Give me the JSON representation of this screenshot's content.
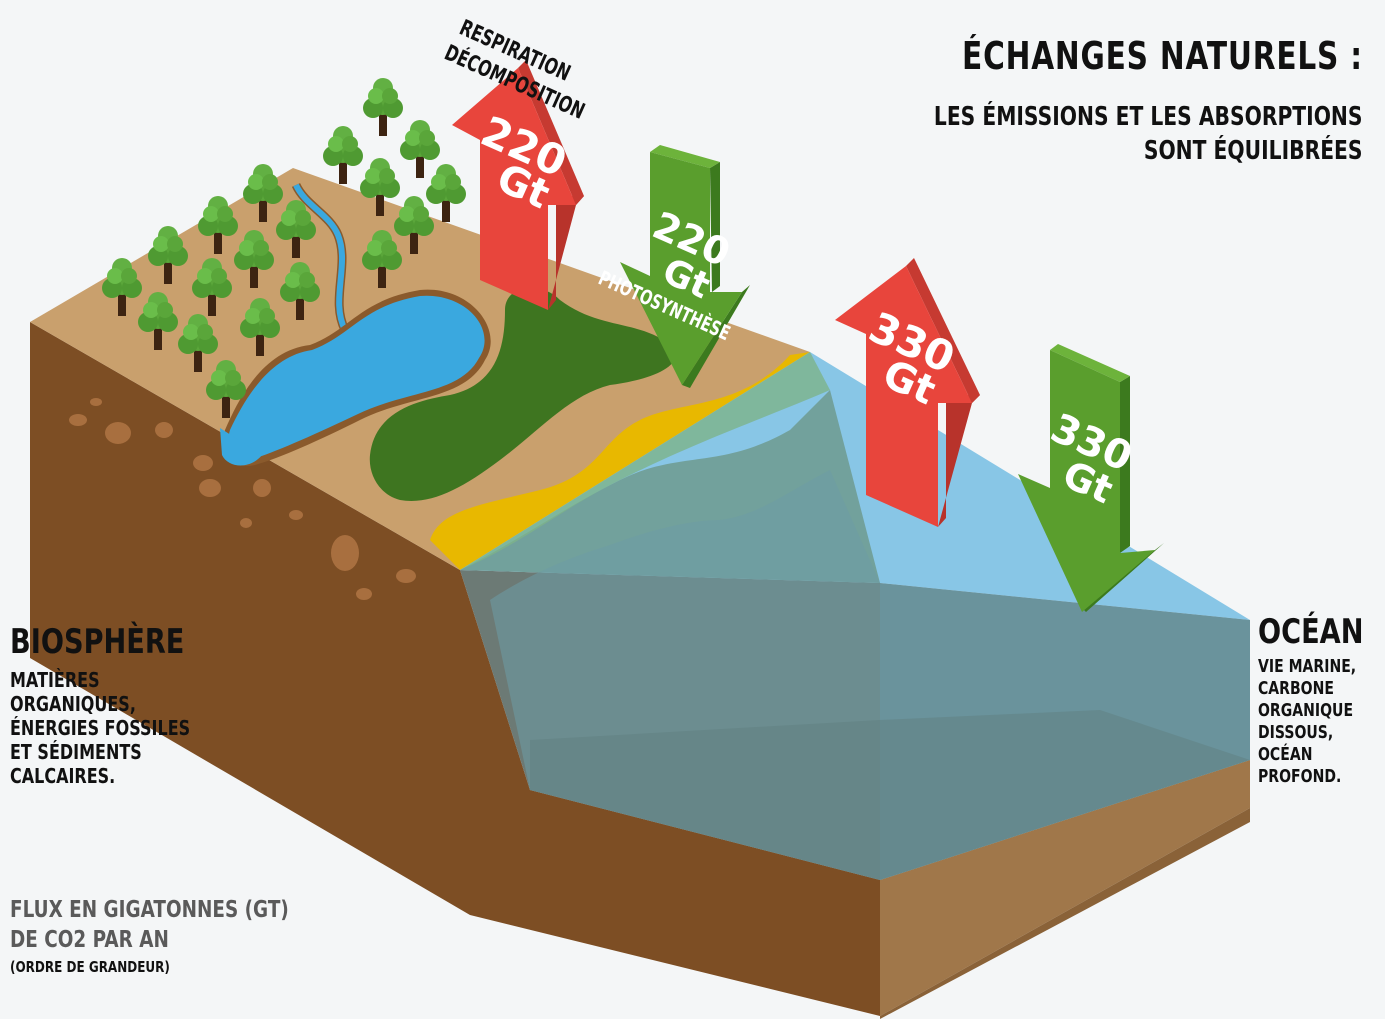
{
  "title": {
    "main": "ÉCHANGES NATURELS :",
    "sub_line1": "LES ÉMISSIONS ET LES ABSORPTIONS",
    "sub_line2": "SONT ÉQUILIBRÉES"
  },
  "arrows": {
    "land_emission": {
      "value": "220",
      "unit": "Gt",
      "label_line1": "RESPIRATION",
      "label_line2": "DÉCOMPOSITION",
      "color": "#e8453c"
    },
    "land_absorption": {
      "value": "220",
      "unit": "Gt",
      "label": "PHOTOSYNTHÈSE",
      "color": "#5a9e2d"
    },
    "ocean_emission": {
      "value": "330",
      "unit": "Gt",
      "color": "#e8453c"
    },
    "ocean_absorption": {
      "value": "330",
      "unit": "Gt",
      "color": "#5a9e2d"
    }
  },
  "biosphere": {
    "title": "BIOSPHÈRE",
    "lines": [
      "MATIÈRES",
      "ORGANIQUES,",
      "ÉNERGIES FOSSILES",
      "ET SÉDIMENTS",
      "CALCAIRES."
    ]
  },
  "ocean": {
    "title": "OCÉAN",
    "lines": [
      "VIE MARINE,",
      "CARBONE",
      "ORGANIQUE",
      "DISSOUS,",
      "OCÉAN",
      "PROFOND."
    ]
  },
  "legend": {
    "line1": "FLUX EN GIGATONNES (GT)",
    "line2": "DE CO2 PAR AN",
    "note": "(ORDRE DE GRANDEUR)"
  },
  "colors": {
    "soil_top": "#c9a06d",
    "soil_side": "#7d4e24",
    "lake": "#3aa8df",
    "sand": "#e8b800",
    "forest_dark": "#3e7520",
    "water_top": "#88c6e6",
    "water_deep": "#5d6d66",
    "tree_green": "#5aa63a"
  }
}
